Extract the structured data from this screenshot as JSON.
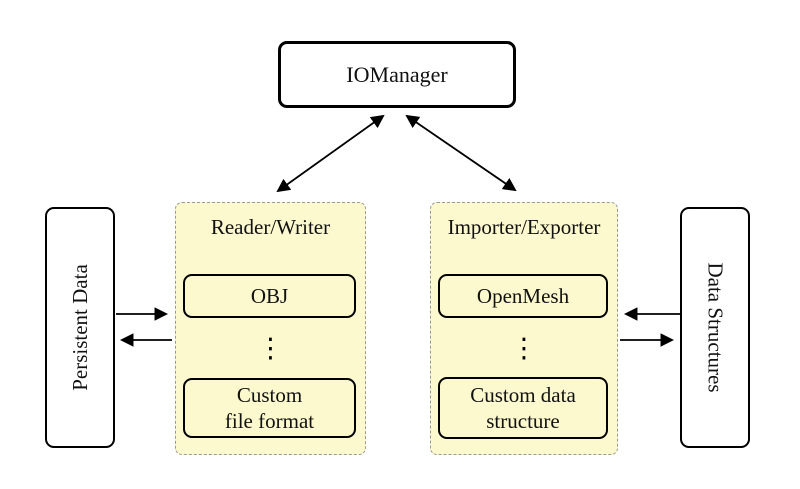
{
  "diagram": {
    "iomanager": {
      "label": "IOManager"
    },
    "reader_writer": {
      "title": "Reader/Writer",
      "obj_label": "OBJ",
      "vdots": "⋮",
      "custom_line1": "Custom",
      "custom_line2": "file format"
    },
    "importer_exporter": {
      "title": "Importer/Exporter",
      "openmesh_label": "OpenMesh",
      "vdots": "⋮",
      "custom_line1": "Custom data",
      "custom_line2": "structure"
    },
    "persistent_data": {
      "label": "Persistent Data"
    },
    "data_structures": {
      "label": "Data Structures"
    },
    "colors": {
      "group_fill": "#FCF9CE",
      "group_border": "#999999",
      "node_border": "#000000",
      "arrow": "#000000",
      "background": "#FFFFFF"
    }
  }
}
